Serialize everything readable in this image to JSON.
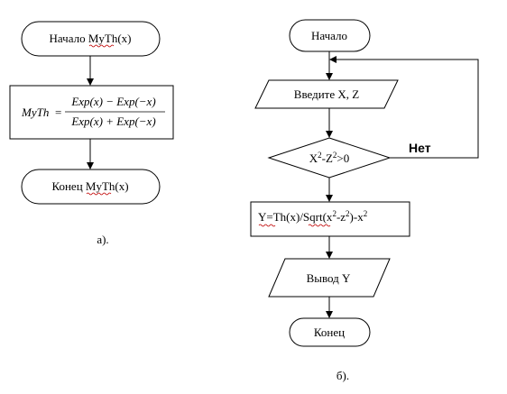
{
  "diagram_a": {
    "start_label": "Начало MyTh(x)",
    "formula": {
      "lhs": "MyTh",
      "eq": "=",
      "numerator": "Exp(x) − Exp(−x)",
      "denominator": "Exp(x) + Exp(−x)"
    },
    "end_label": "Конец MyTh(x)",
    "caption": "а)."
  },
  "diagram_b": {
    "start_label": "Начало",
    "input_label": "Введите X, Z",
    "condition": {
      "base_x": "X",
      "exp1": "2",
      "minus": "-Z",
      "exp2": "2",
      "tail": ">0"
    },
    "no_label": "Нет",
    "process": {
      "p1": "Y=Th(x)/Sqrt(x",
      "e1": "2",
      "p2": "-z",
      "e2": "2",
      "p3": ")-x",
      "e3": "2"
    },
    "output_label": "Вывод Y",
    "end_label": "Конец",
    "caption": "б)."
  }
}
